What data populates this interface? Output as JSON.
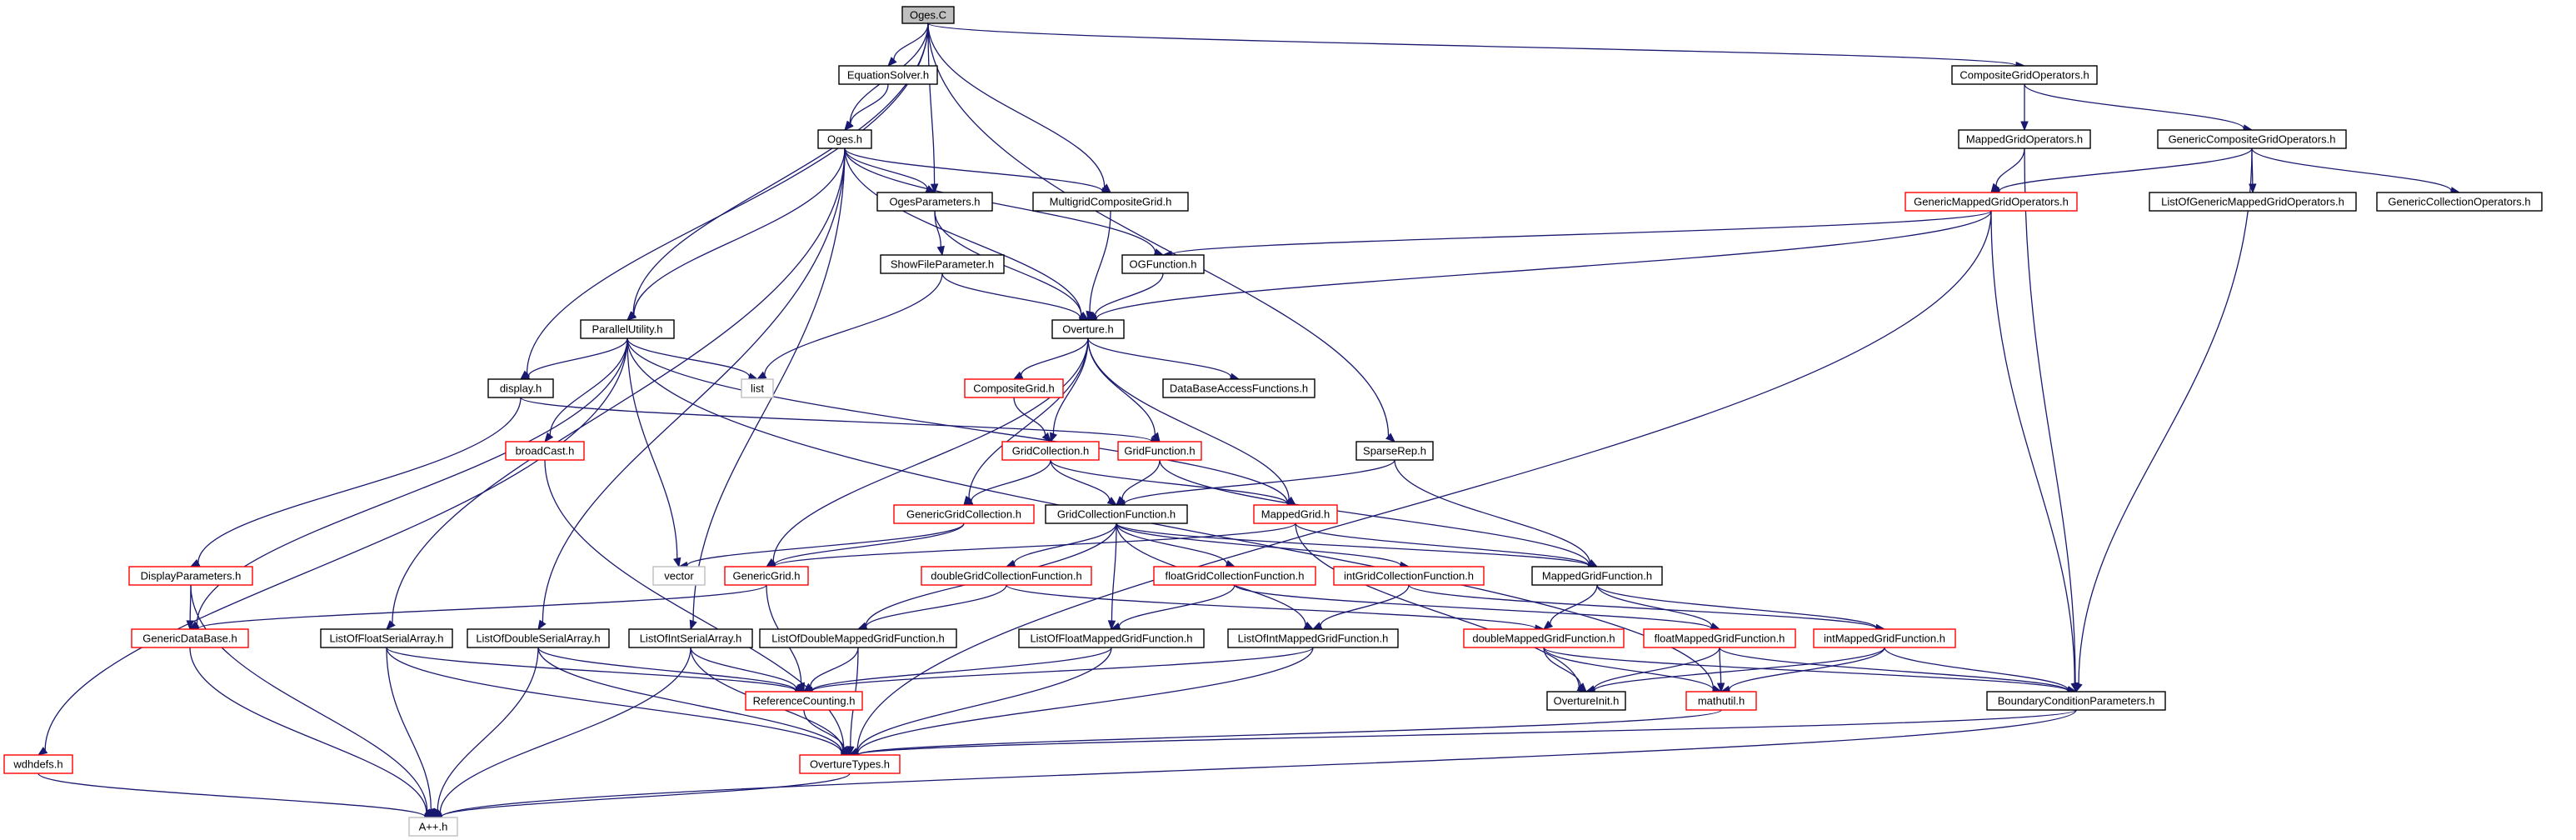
{
  "colors": {
    "edge": "#191970",
    "node_border_normal": "#000000",
    "node_border_truncated": "#ff0000",
    "node_border_external": "#bfbfbf",
    "root_fill": "#bfbfbf",
    "node_fill": "#ffffff"
  },
  "nodes": [
    {
      "id": "oges_c",
      "label": "Oges.C",
      "kind": "root"
    },
    {
      "id": "equation_solver_h",
      "label": "EquationSolver.h",
      "kind": "normal"
    },
    {
      "id": "composite_grid_operators_h",
      "label": "CompositeGridOperators.h",
      "kind": "normal"
    },
    {
      "id": "oges_h",
      "label": "Oges.h",
      "kind": "normal"
    },
    {
      "id": "mapped_grid_operators_h",
      "label": "MappedGridOperators.h",
      "kind": "normal"
    },
    {
      "id": "generic_composite_grid_operators_h",
      "label": "GenericCompositeGridOperators.h",
      "kind": "normal"
    },
    {
      "id": "oges_parameters_h",
      "label": "OgesParameters.h",
      "kind": "normal"
    },
    {
      "id": "multigrid_composite_grid_h",
      "label": "MultigridCompositeGrid.h",
      "kind": "normal"
    },
    {
      "id": "generic_mapped_grid_operators_h",
      "label": "GenericMappedGridOperators.h",
      "kind": "truncated"
    },
    {
      "id": "list_of_generic_mapped_grid_operators_h",
      "label": "ListOfGenericMappedGridOperators.h",
      "kind": "normal"
    },
    {
      "id": "generic_collection_operators_h",
      "label": "GenericCollectionOperators.h",
      "kind": "normal"
    },
    {
      "id": "show_file_parameter_h",
      "label": "ShowFileParameter.h",
      "kind": "normal"
    },
    {
      "id": "og_function_h",
      "label": "OGFunction.h",
      "kind": "normal"
    },
    {
      "id": "parallel_utility_h",
      "label": "ParallelUtility.h",
      "kind": "normal"
    },
    {
      "id": "overture_h",
      "label": "Overture.h",
      "kind": "normal"
    },
    {
      "id": "display_h",
      "label": "display.h",
      "kind": "normal"
    },
    {
      "id": "list",
      "label": "list",
      "kind": "external"
    },
    {
      "id": "composite_grid_h",
      "label": "CompositeGrid.h",
      "kind": "truncated"
    },
    {
      "id": "database_access_functions_h",
      "label": "DataBaseAccessFunctions.h",
      "kind": "normal"
    },
    {
      "id": "broadcast_h",
      "label": "broadCast.h",
      "kind": "truncated"
    },
    {
      "id": "grid_collection_h",
      "label": "GridCollection.h",
      "kind": "truncated"
    },
    {
      "id": "grid_function_h",
      "label": "GridFunction.h",
      "kind": "truncated"
    },
    {
      "id": "sparse_rep_h",
      "label": "SparseRep.h",
      "kind": "normal"
    },
    {
      "id": "generic_grid_collection_h",
      "label": "GenericGridCollection.h",
      "kind": "truncated"
    },
    {
      "id": "grid_collection_function_h",
      "label": "GridCollectionFunction.h",
      "kind": "normal"
    },
    {
      "id": "mapped_grid_h",
      "label": "MappedGrid.h",
      "kind": "truncated"
    },
    {
      "id": "vector",
      "label": "vector",
      "kind": "external"
    },
    {
      "id": "generic_grid_h",
      "label": "GenericGrid.h",
      "kind": "truncated"
    },
    {
      "id": "mapped_grid_function_h",
      "label": "MappedGridFunction.h",
      "kind": "normal"
    },
    {
      "id": "display_parameters_h",
      "label": "DisplayParameters.h",
      "kind": "truncated"
    },
    {
      "id": "double_grid_collection_function_h",
      "label": "doubleGridCollectionFunction.h",
      "kind": "truncated"
    },
    {
      "id": "float_grid_collection_function_h",
      "label": "floatGridCollectionFunction.h",
      "kind": "truncated"
    },
    {
      "id": "int_grid_collection_function_h",
      "label": "intGridCollectionFunction.h",
      "kind": "truncated"
    },
    {
      "id": "generic_database_h",
      "label": "GenericDataBase.h",
      "kind": "truncated"
    },
    {
      "id": "list_of_float_serial_array_h",
      "label": "ListOfFloatSerialArray.h",
      "kind": "normal"
    },
    {
      "id": "list_of_double_serial_array_h",
      "label": "ListOfDoubleSerialArray.h",
      "kind": "normal"
    },
    {
      "id": "list_of_int_serial_array_h",
      "label": "ListOfIntSerialArray.h",
      "kind": "normal"
    },
    {
      "id": "list_of_double_mapped_grid_function_h",
      "label": "ListOfDoubleMappedGridFunction.h",
      "kind": "normal"
    },
    {
      "id": "list_of_float_mapped_grid_function_h",
      "label": "ListOfFloatMappedGridFunction.h",
      "kind": "normal"
    },
    {
      "id": "list_of_int_mapped_grid_function_h",
      "label": "ListOfIntMappedGridFunction.h",
      "kind": "normal"
    },
    {
      "id": "double_mapped_grid_function_h",
      "label": "doubleMappedGridFunction.h",
      "kind": "truncated"
    },
    {
      "id": "float_mapped_grid_function_h",
      "label": "floatMappedGridFunction.h",
      "kind": "truncated"
    },
    {
      "id": "int_mapped_grid_function_h",
      "label": "intMappedGridFunction.h",
      "kind": "truncated"
    },
    {
      "id": "reference_counting_h",
      "label": "ReferenceCounting.h",
      "kind": "truncated"
    },
    {
      "id": "overture_init_h",
      "label": "OvertureInit.h",
      "kind": "normal"
    },
    {
      "id": "mathutil_h",
      "label": "mathutil.h",
      "kind": "truncated"
    },
    {
      "id": "boundary_condition_parameters_h",
      "label": "BoundaryConditionParameters.h",
      "kind": "normal"
    },
    {
      "id": "wdhdefs_h",
      "label": "wdhdefs.h",
      "kind": "truncated"
    },
    {
      "id": "overture_types_h",
      "label": "OvertureTypes.h",
      "kind": "truncated"
    },
    {
      "id": "app_h",
      "label": "A++.h",
      "kind": "external"
    }
  ],
  "edges": [
    [
      "oges_c",
      "equation_solver_h"
    ],
    [
      "oges_c",
      "oges_h"
    ],
    [
      "oges_c",
      "composite_grid_operators_h"
    ],
    [
      "oges_c",
      "oges_parameters_h"
    ],
    [
      "oges_c",
      "multigrid_composite_grid_h"
    ],
    [
      "oges_c",
      "parallel_utility_h"
    ],
    [
      "oges_c",
      "display_h"
    ],
    [
      "oges_c",
      "sparse_rep_h"
    ],
    [
      "equation_solver_h",
      "oges_h"
    ],
    [
      "composite_grid_operators_h",
      "mapped_grid_operators_h"
    ],
    [
      "composite_grid_operators_h",
      "generic_composite_grid_operators_h"
    ],
    [
      "mapped_grid_operators_h",
      "generic_mapped_grid_operators_h"
    ],
    [
      "mapped_grid_operators_h",
      "boundary_condition_parameters_h"
    ],
    [
      "generic_composite_grid_operators_h",
      "generic_mapped_grid_operators_h"
    ],
    [
      "generic_composite_grid_operators_h",
      "list_of_generic_mapped_grid_operators_h"
    ],
    [
      "generic_composite_grid_operators_h",
      "generic_collection_operators_h"
    ],
    [
      "generic_composite_grid_operators_h",
      "boundary_condition_parameters_h"
    ],
    [
      "generic_mapped_grid_operators_h",
      "og_function_h"
    ],
    [
      "generic_mapped_grid_operators_h",
      "overture_h"
    ],
    [
      "generic_mapped_grid_operators_h",
      "boundary_condition_parameters_h"
    ],
    [
      "generic_mapped_grid_operators_h",
      "overture_types_h"
    ],
    [
      "oges_h",
      "oges_parameters_h"
    ],
    [
      "oges_h",
      "multigrid_composite_grid_h"
    ],
    [
      "oges_h",
      "og_function_h"
    ],
    [
      "oges_h",
      "overture_h"
    ],
    [
      "oges_h",
      "parallel_utility_h"
    ],
    [
      "oges_h",
      "list_of_float_serial_array_h"
    ],
    [
      "oges_h",
      "list_of_double_serial_array_h"
    ],
    [
      "oges_h",
      "list_of_int_serial_array_h"
    ],
    [
      "oges_parameters_h",
      "show_file_parameter_h"
    ],
    [
      "oges_parameters_h",
      "overture_h"
    ],
    [
      "multigrid_composite_grid_h",
      "overture_h"
    ],
    [
      "show_file_parameter_h",
      "overture_h"
    ],
    [
      "show_file_parameter_h",
      "list"
    ],
    [
      "og_function_h",
      "overture_h"
    ],
    [
      "parallel_utility_h",
      "display_h"
    ],
    [
      "parallel_utility_h",
      "list"
    ],
    [
      "parallel_utility_h",
      "broadcast_h"
    ],
    [
      "parallel_utility_h",
      "vector"
    ],
    [
      "parallel_utility_h",
      "generic_database_h"
    ],
    [
      "parallel_utility_h",
      "wdhdefs_h"
    ],
    [
      "parallel_utility_h",
      "mapped_grid_h"
    ],
    [
      "parallel_utility_h",
      "mathutil_h"
    ],
    [
      "display_h",
      "grid_function_h"
    ],
    [
      "display_h",
      "display_parameters_h"
    ],
    [
      "overture_h",
      "composite_grid_h"
    ],
    [
      "overture_h",
      "database_access_functions_h"
    ],
    [
      "overture_h",
      "grid_collection_h"
    ],
    [
      "overture_h",
      "grid_function_h"
    ],
    [
      "overture_h",
      "generic_grid_collection_h"
    ],
    [
      "overture_h",
      "mapped_grid_h"
    ],
    [
      "overture_h",
      "generic_grid_h"
    ],
    [
      "composite_grid_h",
      "grid_collection_h"
    ],
    [
      "grid_collection_h",
      "generic_grid_collection_h"
    ],
    [
      "grid_collection_h",
      "grid_collection_function_h"
    ],
    [
      "grid_collection_h",
      "mapped_grid_h"
    ],
    [
      "grid_function_h",
      "grid_collection_function_h"
    ],
    [
      "grid_function_h",
      "mapped_grid_function_h"
    ],
    [
      "sparse_rep_h",
      "grid_collection_function_h"
    ],
    [
      "sparse_rep_h",
      "mapped_grid_function_h"
    ],
    [
      "generic_grid_collection_h",
      "vector"
    ],
    [
      "generic_grid_collection_h",
      "generic_grid_h"
    ],
    [
      "grid_collection_function_h",
      "double_grid_collection_function_h"
    ],
    [
      "grid_collection_function_h",
      "float_grid_collection_function_h"
    ],
    [
      "grid_collection_function_h",
      "int_grid_collection_function_h"
    ],
    [
      "grid_collection_function_h",
      "list_of_double_mapped_grid_function_h"
    ],
    [
      "grid_collection_function_h",
      "list_of_float_mapped_grid_function_h"
    ],
    [
      "grid_collection_function_h",
      "list_of_int_mapped_grid_function_h"
    ],
    [
      "grid_collection_function_h",
      "mapped_grid_function_h"
    ],
    [
      "mapped_grid_h",
      "generic_grid_h"
    ],
    [
      "mapped_grid_h",
      "mapped_grid_function_h"
    ],
    [
      "mapped_grid_h",
      "overture_init_h"
    ],
    [
      "generic_grid_h",
      "generic_database_h"
    ],
    [
      "generic_grid_h",
      "reference_counting_h"
    ],
    [
      "mapped_grid_function_h",
      "double_mapped_grid_function_h"
    ],
    [
      "mapped_grid_function_h",
      "float_mapped_grid_function_h"
    ],
    [
      "mapped_grid_function_h",
      "int_mapped_grid_function_h"
    ],
    [
      "display_parameters_h",
      "generic_database_h"
    ],
    [
      "display_parameters_h",
      "app_h"
    ],
    [
      "double_grid_collection_function_h",
      "list_of_double_mapped_grid_function_h"
    ],
    [
      "double_grid_collection_function_h",
      "double_mapped_grid_function_h"
    ],
    [
      "float_grid_collection_function_h",
      "list_of_float_mapped_grid_function_h"
    ],
    [
      "float_grid_collection_function_h",
      "float_mapped_grid_function_h"
    ],
    [
      "int_grid_collection_function_h",
      "list_of_int_mapped_grid_function_h"
    ],
    [
      "int_grid_collection_function_h",
      "int_mapped_grid_function_h"
    ],
    [
      "generic_database_h",
      "app_h"
    ],
    [
      "broadcast_h",
      "overture_types_h"
    ],
    [
      "list_of_float_serial_array_h",
      "reference_counting_h"
    ],
    [
      "list_of_float_serial_array_h",
      "app_h"
    ],
    [
      "list_of_float_serial_array_h",
      "overture_types_h"
    ],
    [
      "list_of_double_serial_array_h",
      "reference_counting_h"
    ],
    [
      "list_of_double_serial_array_h",
      "app_h"
    ],
    [
      "list_of_double_serial_array_h",
      "overture_types_h"
    ],
    [
      "list_of_int_serial_array_h",
      "reference_counting_h"
    ],
    [
      "list_of_int_serial_array_h",
      "app_h"
    ],
    [
      "list_of_int_serial_array_h",
      "overture_types_h"
    ],
    [
      "list_of_double_mapped_grid_function_h",
      "reference_counting_h"
    ],
    [
      "list_of_double_mapped_grid_function_h",
      "overture_types_h"
    ],
    [
      "list_of_float_mapped_grid_function_h",
      "reference_counting_h"
    ],
    [
      "list_of_float_mapped_grid_function_h",
      "overture_types_h"
    ],
    [
      "list_of_int_mapped_grid_function_h",
      "reference_counting_h"
    ],
    [
      "list_of_int_mapped_grid_function_h",
      "overture_types_h"
    ],
    [
      "double_mapped_grid_function_h",
      "overture_init_h"
    ],
    [
      "double_mapped_grid_function_h",
      "mathutil_h"
    ],
    [
      "double_mapped_grid_function_h",
      "boundary_condition_parameters_h"
    ],
    [
      "float_mapped_grid_function_h",
      "overture_init_h"
    ],
    [
      "float_mapped_grid_function_h",
      "mathutil_h"
    ],
    [
      "float_mapped_grid_function_h",
      "boundary_condition_parameters_h"
    ],
    [
      "int_mapped_grid_function_h",
      "overture_init_h"
    ],
    [
      "int_mapped_grid_function_h",
      "mathutil_h"
    ],
    [
      "int_mapped_grid_function_h",
      "boundary_condition_parameters_h"
    ],
    [
      "reference_counting_h",
      "overture_types_h"
    ],
    [
      "mathutil_h",
      "overture_types_h"
    ],
    [
      "boundary_condition_parameters_h",
      "overture_types_h"
    ],
    [
      "boundary_condition_parameters_h",
      "app_h"
    ],
    [
      "wdhdefs_h",
      "app_h"
    ],
    [
      "overture_types_h",
      "app_h"
    ]
  ]
}
